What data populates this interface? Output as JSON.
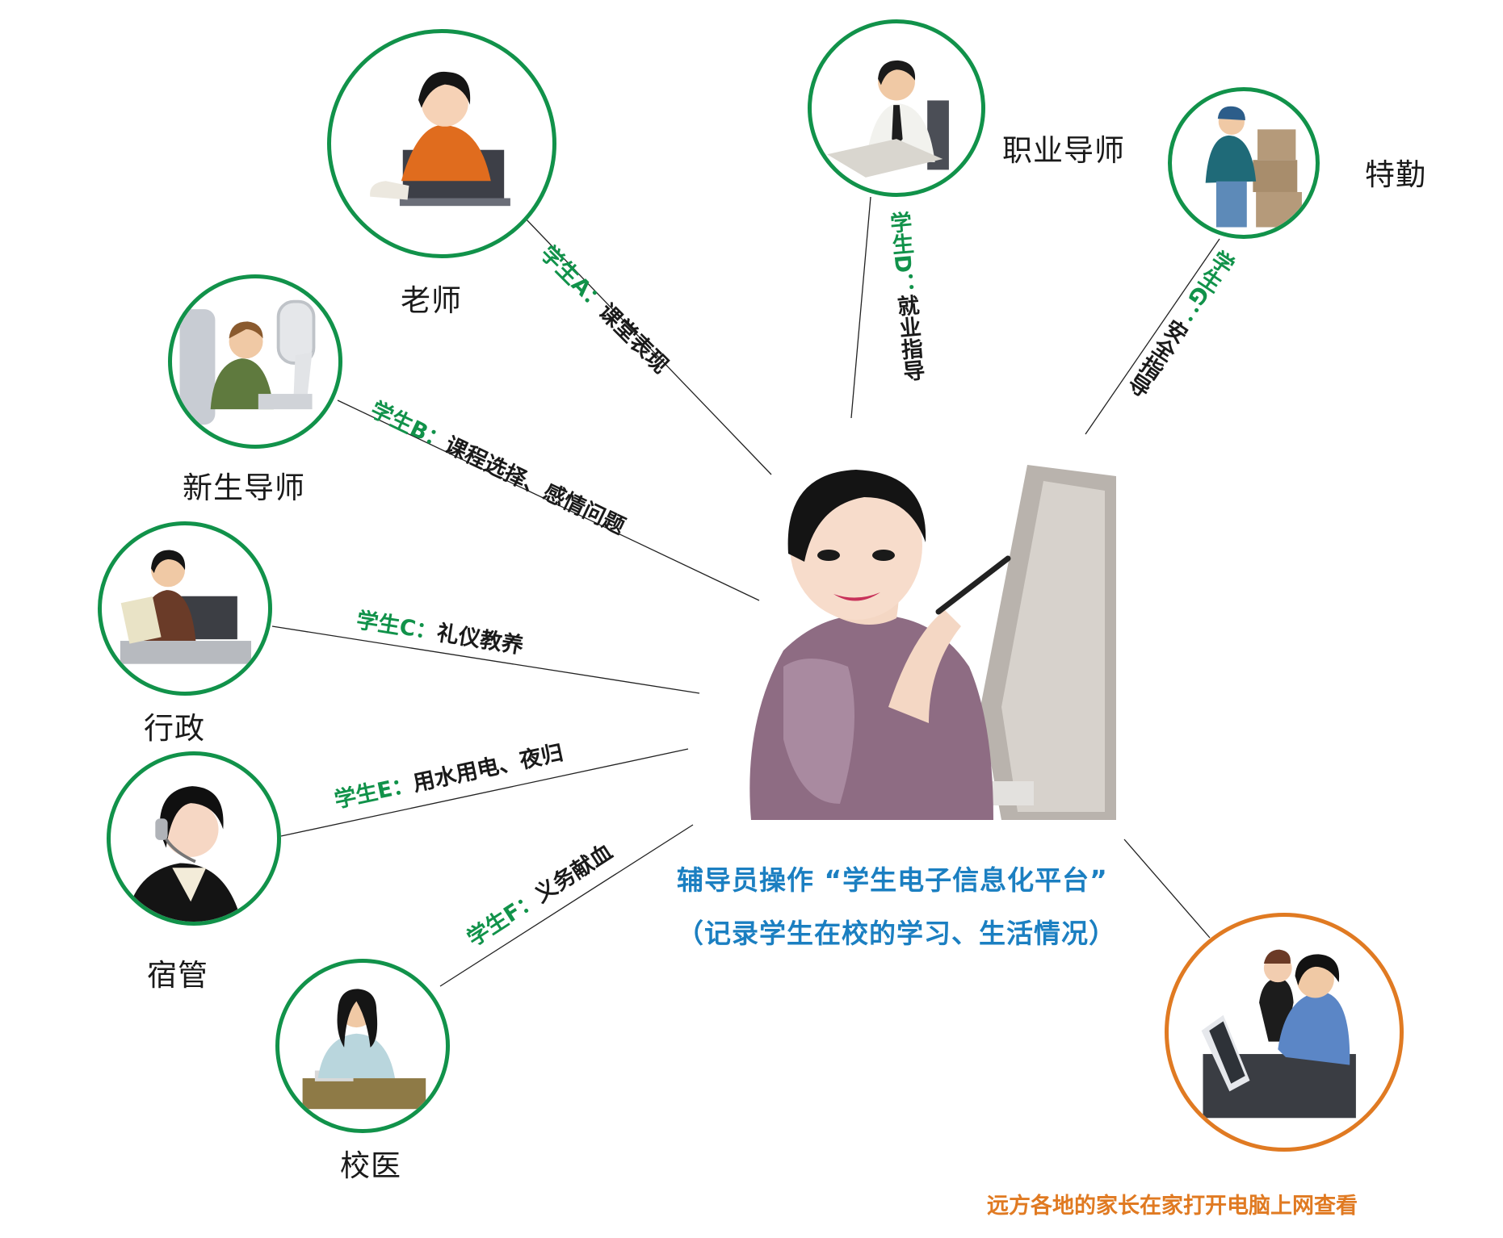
{
  "diagram": {
    "center": {
      "role": "辅导员",
      "caption_line1": "辅导员操作 “学生电子信息化平台”",
      "caption_line2": "（记录学生在校的学习、生活情况）",
      "caption_color": "#1b7fc1"
    },
    "nodes": [
      {
        "id": "teacher",
        "label": "老师",
        "circle_color": "#11924a",
        "student": "学生A：",
        "topic": "课堂表现"
      },
      {
        "id": "new-student-mentor",
        "label": "新生导师",
        "circle_color": "#11924a",
        "student": "学生B：",
        "topic": "课程选择、感情问题"
      },
      {
        "id": "admin",
        "label": "行政",
        "circle_color": "#11924a",
        "student": "学生C：",
        "topic": "礼仪教养"
      },
      {
        "id": "career-mentor",
        "label": "职业导师",
        "circle_color": "#11924a",
        "student": "学生D：",
        "topic": "就业指导"
      },
      {
        "id": "dorm-manager",
        "label": "宿管",
        "circle_color": "#11924a",
        "student": "学生E：",
        "topic": "用水用电、夜归"
      },
      {
        "id": "school-doctor",
        "label": "校医",
        "circle_color": "#11924a",
        "student": "学生F：",
        "topic": "义务献血"
      },
      {
        "id": "special-duty",
        "label": "特勤",
        "circle_color": "#11924a",
        "student": "学生G：",
        "topic": "安全指导"
      }
    ],
    "parents": {
      "caption": "远方各地的家长在家打开电脑上网查看",
      "circle_color": "#e07a22"
    },
    "colors": {
      "student_label": "#11924a",
      "topic_label": "#1a1a1a",
      "connector": "#1a1a1a"
    }
  }
}
